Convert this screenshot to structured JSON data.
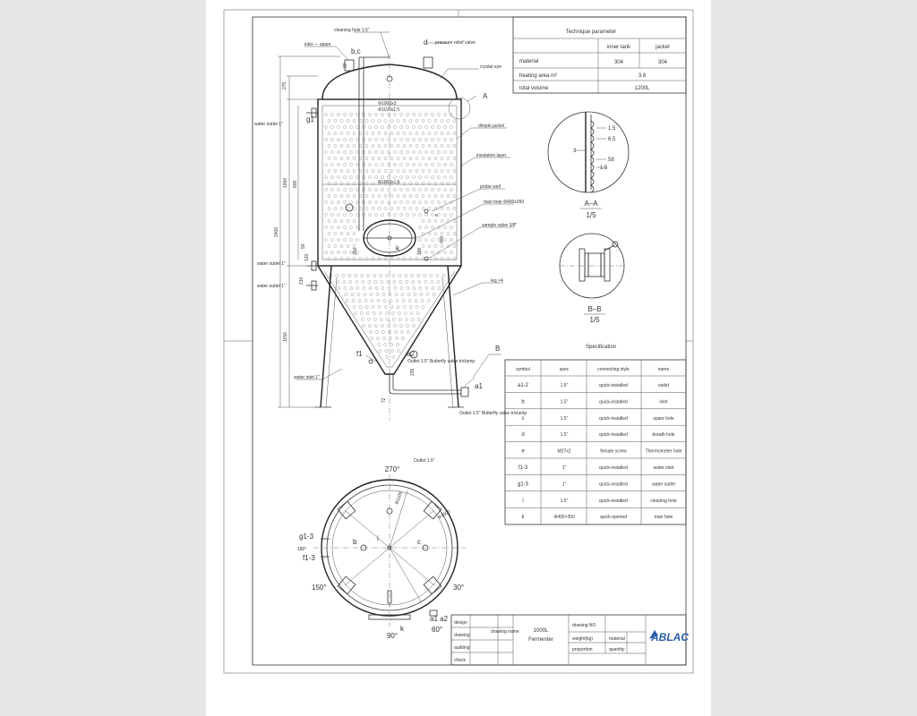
{
  "technique_parameter": {
    "title": "Technique parameter",
    "col_inner": "inner tank",
    "col_jacket": "jacket",
    "rows": [
      {
        "name": "material",
        "inner": "304",
        "jacket": "304"
      },
      {
        "name": "heating area m²",
        "value": "3.8"
      },
      {
        "name": "total volume",
        "value": "1200L"
      }
    ]
  },
  "specification": {
    "title": "Specification",
    "headers": [
      "symbol",
      "spec",
      "connecting style",
      "name"
    ],
    "rows": [
      [
        "a1-2",
        "1.5\"",
        "quick-installed",
        "outlet"
      ],
      [
        "b",
        "1.5\"",
        "quick-installed",
        "inlet"
      ],
      [
        "c",
        "1.5\"",
        "quick-installed",
        "spare hole"
      ],
      [
        "d",
        "1.5\"",
        "quick-installed",
        "breath hole"
      ],
      [
        "e",
        "M27x2",
        "female screw",
        "Thermometer hole"
      ],
      [
        "f1-3",
        "1\"",
        "quick-installed",
        "water inlet"
      ],
      [
        "g1-3",
        "1\"",
        "quick-installed",
        "water outlet"
      ],
      [
        "i",
        "1.5\"",
        "quick-installed",
        "cleaning hole"
      ],
      [
        "k",
        "Φ400×350",
        "quick-opened",
        "man hole"
      ]
    ]
  },
  "title_block": {
    "design": "design",
    "drawing": "drawing",
    "auditing": "auditing",
    "check": "check",
    "drawing_name_label": "drawing name",
    "drawing_name_l1": "1000L",
    "drawing_name_l2": "Fermenter",
    "drawing_no": "drawing NO",
    "weight": "weight(kg)",
    "proportion": "proportion",
    "material": "material",
    "quantity": "quantity",
    "logo": "ABLAC"
  },
  "views": {
    "aa": "A–A",
    "aa_scale": "1/5",
    "bb": "B–B",
    "bb_scale": "1/5",
    "label_a": "A",
    "label_b": "B",
    "dims_aa": [
      "1.5",
      "6.5",
      "3",
      "58",
      "1.5"
    ]
  },
  "callouts": {
    "cleaning_hole": "cleaning hole 1.5\"",
    "inlet_spare": "inlet — spare",
    "bc": "b,c",
    "d": "d",
    "pressure_relief": "pressure relief valve",
    "crystal_eye": "crystal eye",
    "dimple_jacket": "dimple jacket",
    "insulation": "insulation layer",
    "probe_well": "probe well",
    "man_hole": "man hole Φ400x350",
    "sample_valve": "sample valve 3/8\"",
    "leg": "leg ×4",
    "water_outlet_1": "water outlet 1\"",
    "water_outlet_2": "water outlet 1\"",
    "water_outlet_3": "water outlet 1\"",
    "water_inlet": "water inlet 1\"",
    "outlet1": "Outlet 1.5\" Butterfly valve triclamp",
    "outlet2": "Outlet 1.5\" Butterfly valve triclamp",
    "outlet3": "Outlet 1.5\"",
    "f1": "f1",
    "a2": "a2",
    "a1": "a1",
    "g1": "g1",
    "e": "e",
    "k": "k",
    "phi1000": "Φ1000x3",
    "phi1100": "Φ1100x1.5",
    "phi1000b": "Φ1000x1.5"
  },
  "dims": {
    "d275": "275",
    "d2400": "2400",
    "d1000": "1000",
    "d800": "800",
    "d1150": "1150",
    "d50": "50",
    "d120": "120",
    "d210": "210",
    "d400": "400",
    "d350": "350",
    "d100": "100",
    "d235": "235",
    "d80": "80",
    "d72": "72",
    "d150": "150",
    "d90": "90",
    "d60": "60"
  },
  "plan": {
    "deg270": "270°",
    "deg90": "90°",
    "deg150": "150°",
    "deg30": "30°",
    "deg60": "60°",
    "deg180": "180°",
    "g13": "g1-3",
    "f13": "f1-3",
    "b": "b",
    "c": "c",
    "i": "i",
    "k": "k",
    "a2": "a1 a2",
    "d1000": "Φ1000",
    "d1100": "Φ1100"
  }
}
